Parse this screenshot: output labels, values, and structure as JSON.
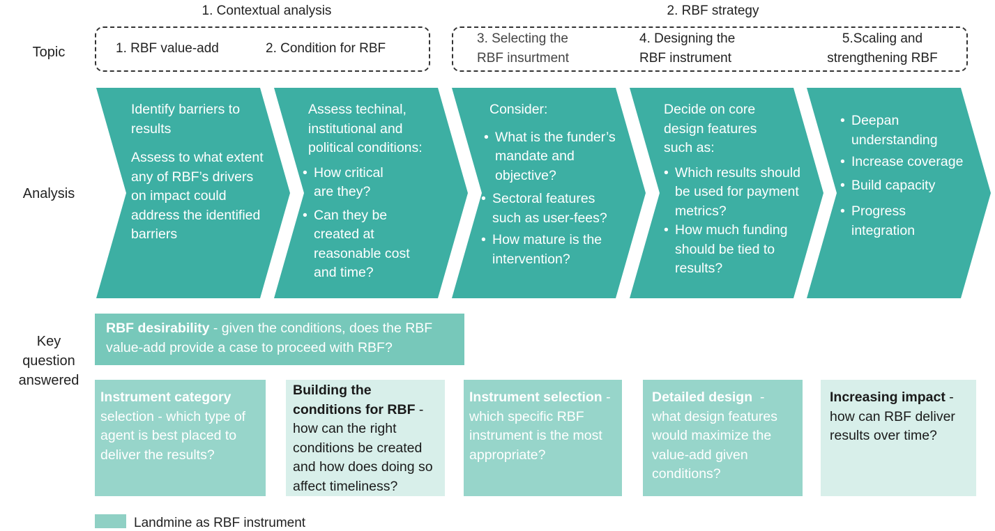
{
  "stages": {
    "contextual": "1. Contextual analysis",
    "strategy": "2. RBF strategy"
  },
  "row_labels": {
    "topic": "Topic",
    "analysis": "Analysis",
    "key_question_1": "Key",
    "key_question_2": "question",
    "key_question_3": "answered"
  },
  "topics": {
    "t1": "1. RBF value-add",
    "t2": "2. Condition for RBF",
    "t3_line1": "3. Selecting the",
    "t3_line2": "RBF insurtment",
    "t4_line1": "4. Designing the",
    "t4_line2": "RBF instrument",
    "t5_line1": "5.Scaling and",
    "t5_line2": "strengthening RBF"
  },
  "analysis": {
    "c1": {
      "p1": "Identify barriers to results",
      "p2": "Assess to what extent any of RBF’s drivers on impact could address the identified barriers"
    },
    "c2": {
      "p1": "Assess techinal, institutional and political conditions:",
      "b1": "How critical are they?",
      "b2": "Can they be created at reasonable cost and time?"
    },
    "c3": {
      "p1": "Consider:",
      "b1": "What is the funder’s mandate and objective?",
      "b2": "Sectoral features such as user-fees?",
      "b3": "How mature is the intervention?"
    },
    "c4": {
      "p1": "Decide on core design features such as:",
      "b1": "Which results should be used for payment metrics?",
      "b2": "How much funding should be tied to results?"
    },
    "c5": {
      "b1": "Deepan understanding",
      "b2": "Increase coverage",
      "b3": "Build capacity",
      "b4": "Progress integration"
    }
  },
  "questions": {
    "desirability": {
      "bold": "RBF desirability",
      "rest": " - given the conditions, does the RBF value-add provide a case to proceed with RBF?"
    },
    "q1": {
      "bold": "Instrument category",
      "rest": " selection - which type of agent is best placed to deliver the results?"
    },
    "q2": {
      "bold": "Building the conditions for RBF",
      "rest": " - how can the right conditions be created and how does doing so affect timeliness?"
    },
    "q3": {
      "bold": "Instrument selection",
      "rest": " - which specific RBF instrument is the most appropriate?"
    },
    "q4": {
      "bold": "Detailed design",
      "rest": "  - what design features would maximize the value-add given conditions?"
    },
    "q5": {
      "bold": "Increasing impact",
      "rest": " - how can RBF deliver results over time?"
    }
  },
  "legend": {
    "label": "Landmine as RBF instrument"
  },
  "colors": {
    "chevron": "#3dafa3",
    "desirability": "#77c8ba",
    "mid": "#97d5ca",
    "light": "#d8efea",
    "legend": "#8fd0c4"
  }
}
